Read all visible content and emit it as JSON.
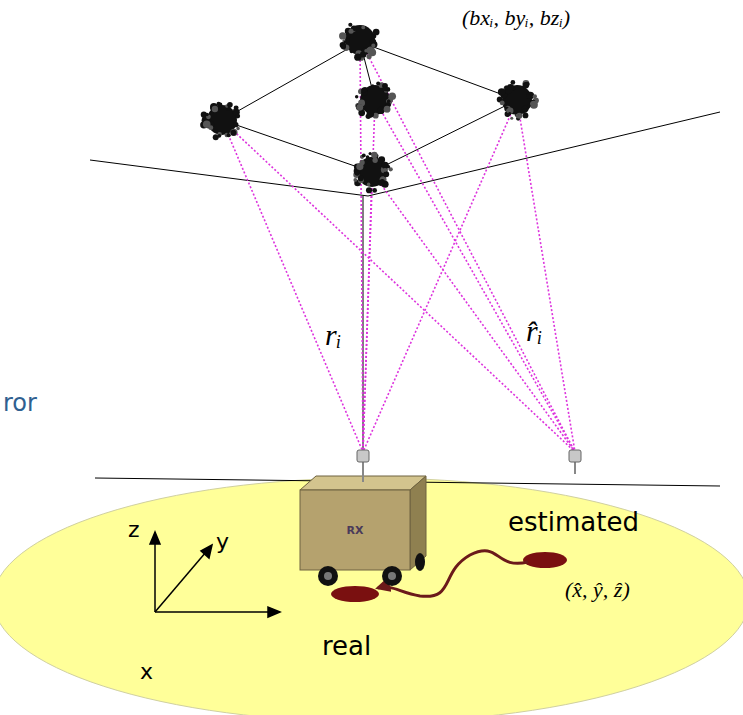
{
  "diagram": {
    "nodes": [
      {
        "text": [
          "RX"
        ]
      }
    ],
    "labels": [
      "(bxᵢ, byᵢ, bzᵢ)",
      "rᵢ",
      "r̂ᵢ",
      "ror",
      "z",
      "y",
      "x",
      "estimated",
      "(x̂, ŷ, ẑ)",
      "real"
    ]
  }
}
